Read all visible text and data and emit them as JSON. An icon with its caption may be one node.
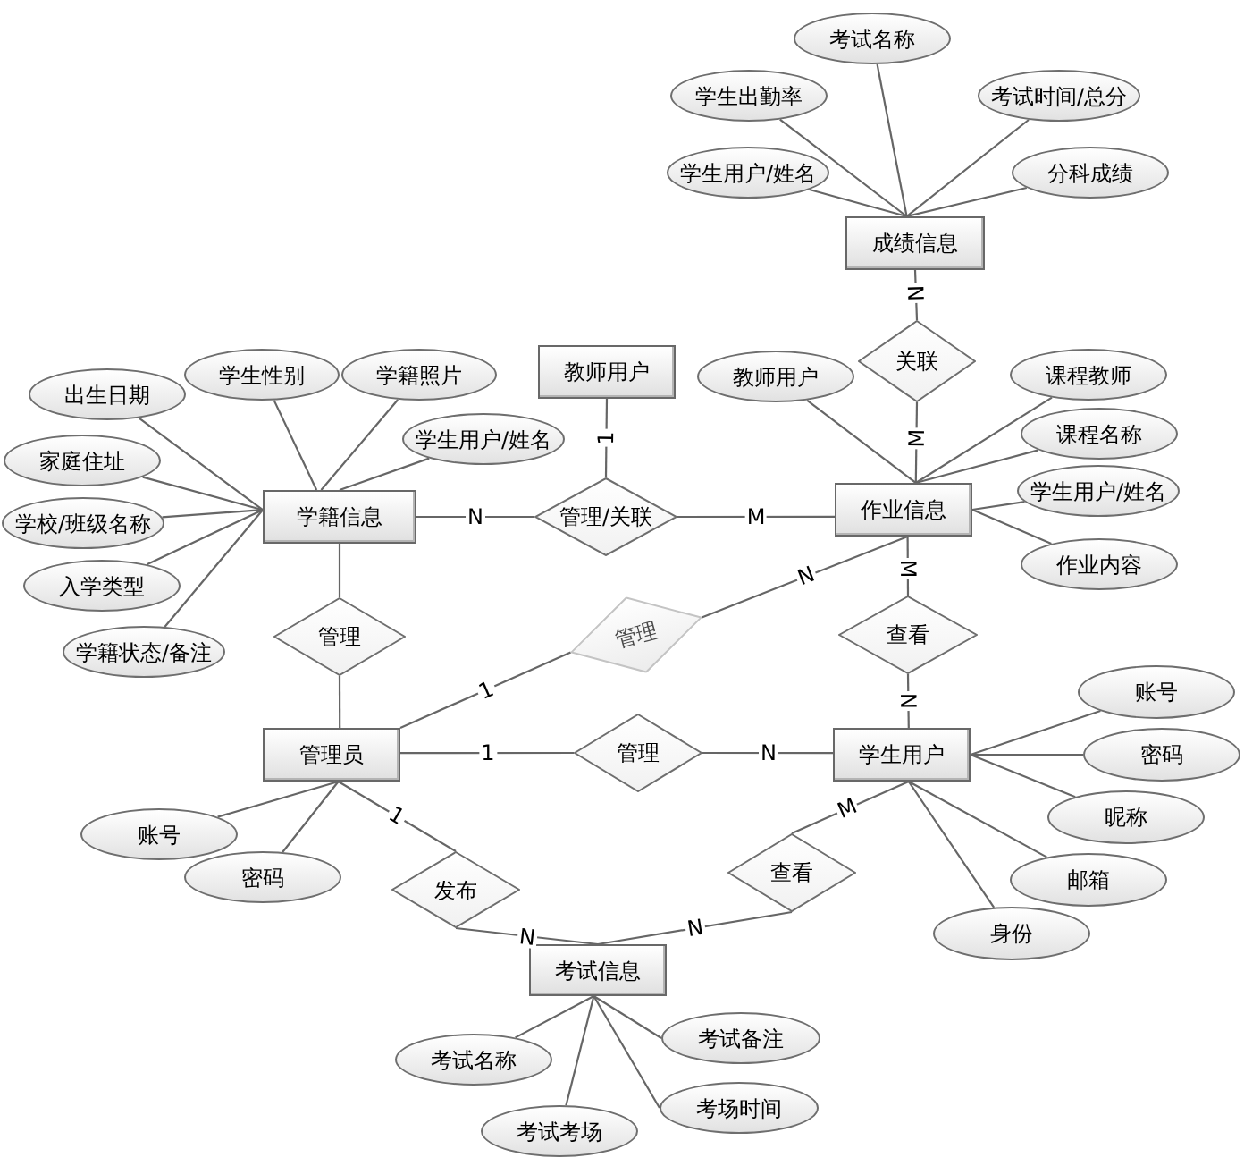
{
  "diagram": {
    "nodes": [
      {
        "text": [
          "考试名称"
        ]
      },
      {
        "text": [
          "学生出勤率"
        ]
      },
      {
        "text": [
          "考试时间/总分"
        ]
      },
      {
        "text": [
          "学生用户/姓名"
        ]
      },
      {
        "text": [
          "分科成绩"
        ]
      },
      {
        "text": [
          "成绩信息"
        ]
      },
      {
        "text": [
          "教师用户"
        ]
      },
      {
        "text": [
          "关联"
        ]
      },
      {
        "text": [
          "学生性别"
        ]
      },
      {
        "text": [
          "学籍照片"
        ]
      },
      {
        "text": [
          "教师用户"
        ]
      },
      {
        "text": [
          "课程教师"
        ]
      },
      {
        "text": [
          "出生日期"
        ]
      },
      {
        "text": [
          "课程名称"
        ]
      },
      {
        "text": [
          "学生用户/姓名"
        ]
      },
      {
        "text": [
          "家庭住址"
        ]
      },
      {
        "text": [
          "学籍信息"
        ]
      },
      {
        "text": [
          "管理/关联"
        ]
      },
      {
        "text": [
          "作业信息"
        ]
      },
      {
        "text": [
          "学生用户/姓名"
        ]
      },
      {
        "text": [
          "学校/班级名称"
        ]
      },
      {
        "text": [
          "作业内容"
        ]
      },
      {
        "text": [
          "入学类型"
        ]
      },
      {
        "text": [
          "管理"
        ]
      },
      {
        "text": [
          "管理"
        ]
      },
      {
        "text": [
          "查看"
        ]
      },
      {
        "text": [
          "学籍状态/备注"
        ]
      },
      {
        "text": [
          "账号"
        ]
      },
      {
        "text": [
          "管理员"
        ]
      },
      {
        "text": [
          "管理"
        ]
      },
      {
        "text": [
          "学生用户"
        ]
      },
      {
        "text": [
          "密码"
        ]
      },
      {
        "text": [
          "昵称"
        ]
      },
      {
        "text": [
          "账号"
        ]
      },
      {
        "text": [
          "查看"
        ]
      },
      {
        "text": [
          "密码"
        ]
      },
      {
        "text": [
          "邮箱"
        ]
      },
      {
        "text": [
          "发布"
        ]
      },
      {
        "text": [
          "身份"
        ]
      },
      {
        "text": [
          "考试信息"
        ]
      },
      {
        "text": [
          "考试备注"
        ]
      },
      {
        "text": [
          "考试名称"
        ]
      },
      {
        "text": [
          "考场时间"
        ]
      },
      {
        "text": [
          "考试考场"
        ]
      }
    ],
    "edges": [
      {
        "from": 5,
        "to": 0,
        "arrow": "none"
      },
      {
        "from": 5,
        "to": 1,
        "arrow": "none"
      },
      {
        "from": 5,
        "to": 2,
        "arrow": "none"
      },
      {
        "from": 5,
        "to": 3,
        "arrow": "none"
      },
      {
        "from": 5,
        "to": 4,
        "arrow": "none"
      },
      {
        "from": 5,
        "to": 7,
        "arrow": "none",
        "label": "N"
      },
      {
        "from": 6,
        "to": 17,
        "arrow": "none",
        "label": "1"
      },
      {
        "from": 16,
        "to": 8,
        "arrow": "none"
      },
      {
        "from": 16,
        "to": 9,
        "arrow": "none"
      },
      {
        "from": 16,
        "to": 12,
        "arrow": "none"
      },
      {
        "from": 16,
        "to": 14,
        "arrow": "none"
      },
      {
        "from": 16,
        "to": 15,
        "arrow": "none"
      },
      {
        "from": 16,
        "to": 20,
        "arrow": "none"
      },
      {
        "from": 16,
        "to": 22,
        "arrow": "none"
      },
      {
        "from": 16,
        "to": 26,
        "arrow": "none"
      },
      {
        "from": 16,
        "to": 17,
        "arrow": "none",
        "label": "N"
      },
      {
        "from": 18,
        "to": 10,
        "arrow": "none"
      },
      {
        "from": 18,
        "to": 11,
        "arrow": "none"
      },
      {
        "from": 18,
        "to": 13,
        "arrow": "none"
      },
      {
        "from": 18,
        "to": 19,
        "arrow": "none"
      },
      {
        "from": 18,
        "to": 21,
        "arrow": "none"
      },
      {
        "from": 18,
        "to": 7,
        "arrow": "none",
        "label": "M"
      },
      {
        "from": 18,
        "to": 17,
        "arrow": "none",
        "label": "M"
      },
      {
        "from": 16,
        "to": 23,
        "arrow": "none"
      },
      {
        "from": 28,
        "to": 23,
        "arrow": "none"
      },
      {
        "from": 28,
        "to": 24,
        "arrow": "none",
        "label": "1"
      },
      {
        "from": 18,
        "to": 24,
        "arrow": "none",
        "label": "N"
      },
      {
        "from": 18,
        "to": 25,
        "arrow": "none",
        "label": "M"
      },
      {
        "from": 30,
        "to": 25,
        "arrow": "none",
        "label": "N"
      },
      {
        "from": 30,
        "to": 27,
        "arrow": "none"
      },
      {
        "from": 30,
        "to": 31,
        "arrow": "none"
      },
      {
        "from": 30,
        "to": 32,
        "arrow": "none"
      },
      {
        "from": 30,
        "to": 36,
        "arrow": "none"
      },
      {
        "from": 30,
        "to": 38,
        "arrow": "none"
      },
      {
        "from": 28,
        "to": 33,
        "arrow": "none"
      },
      {
        "from": 28,
        "to": 35,
        "arrow": "none"
      },
      {
        "from": 28,
        "to": 29,
        "arrow": "none",
        "label": "1"
      },
      {
        "from": 30,
        "to": 29,
        "arrow": "none",
        "label": "N"
      },
      {
        "from": 28,
        "to": 37,
        "arrow": "none",
        "label": "1"
      },
      {
        "from": 39,
        "to": 37,
        "arrow": "none",
        "label": "N"
      },
      {
        "from": 39,
        "to": 34,
        "arrow": "none",
        "label": "N"
      },
      {
        "from": 30,
        "to": 34,
        "arrow": "none",
        "label": "M"
      },
      {
        "from": 39,
        "to": 40,
        "arrow": "none"
      },
      {
        "from": 39,
        "to": 41,
        "arrow": "none"
      },
      {
        "from": 39,
        "to": 42,
        "arrow": "none"
      },
      {
        "from": 39,
        "to": 43,
        "arrow": "none"
      }
    ]
  }
}
